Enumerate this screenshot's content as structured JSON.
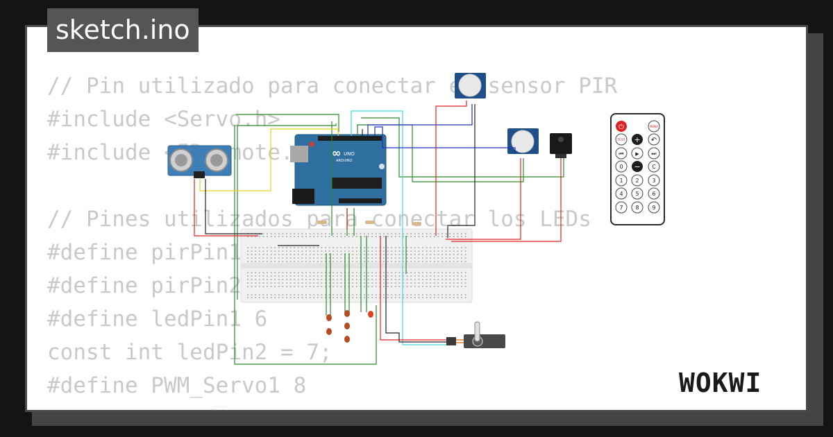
{
  "tab": {
    "filename": "sketch.ino"
  },
  "code": {
    "lines": [
      "// Pin utilizado para conectar el sensor PIR",
      "#include <Servo.h>",
      "#include <IRremote.h>",
      "",
      "// Pines utilizados para conectar los LEDs",
      "#define pirPin1 2",
      "#define pirPin2 3",
      "#define ledPin1 6",
      "const int ledPin2 = 7;",
      "#define PWM_Servo1 8",
      "Servo servo_dist;"
    ]
  },
  "arduino": {
    "brand": "ARDUINO",
    "model": "UNO"
  },
  "remote": {
    "power_label": "⏻",
    "menu_label": "MENU",
    "test_label": "TEST",
    "plus_label": "+",
    "back_label": "↶",
    "prev_label": "⏮",
    "play_label": "▶",
    "next_label": "⏭",
    "zero_label": "0",
    "minus_label": "−",
    "c_label": "C",
    "one_label": "1",
    "two_label": "2",
    "three_label": "3",
    "four_label": "4",
    "five_label": "5",
    "six_label": "6",
    "seven_label": "7",
    "eight_label": "8",
    "nine_label": "9"
  },
  "logo": {
    "text": "WOKWI"
  },
  "colors": {
    "background": "#141414",
    "card": "#ffffff",
    "tab": "#555555",
    "code_text": "#c9c9c9",
    "arduino_board": "#2f6f9f",
    "wire_red": "#e02020",
    "wire_green": "#2a8a2a",
    "wire_blue": "#2030c0",
    "wire_yellow": "#e8d020",
    "wire_cyan": "#40d8e0",
    "wire_black": "#202020"
  }
}
